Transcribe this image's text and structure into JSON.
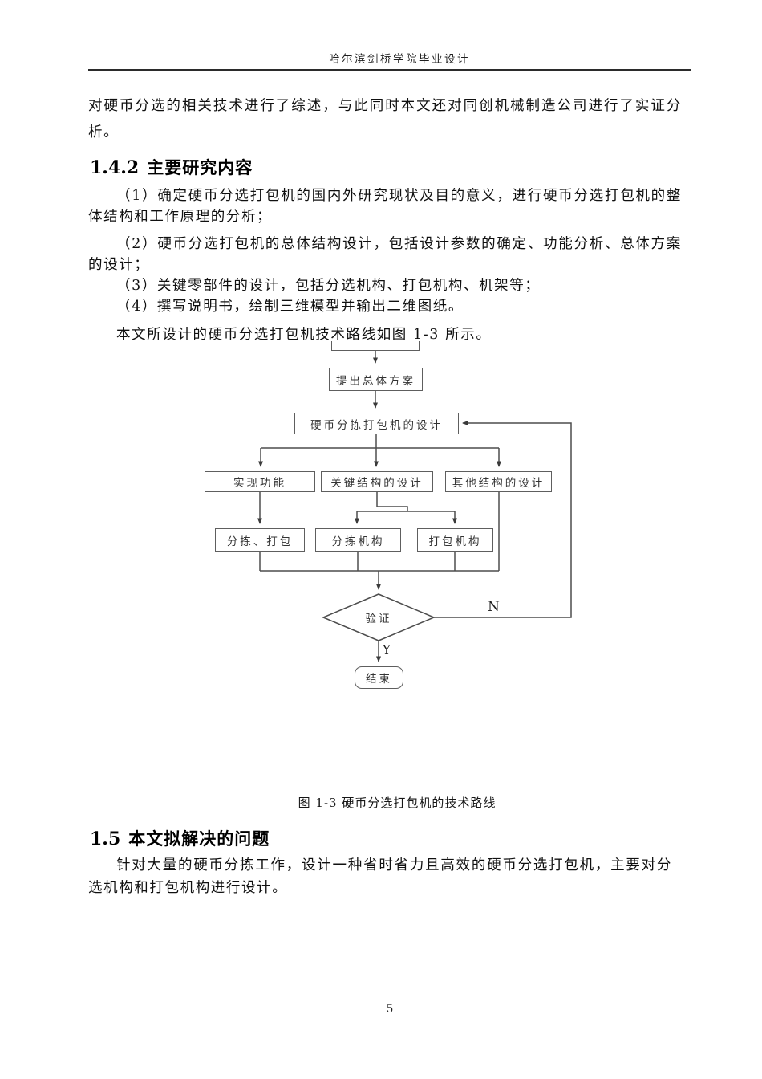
{
  "page": {
    "header_title": "哈尔滨剑桥学院毕业设计",
    "page_number": "5"
  },
  "content": {
    "intro_paragraph": "对硬币分选的相关技术进行了综述，与此同时本文还对同创机械制造公司进行了实证分析。",
    "section_1_4_2": {
      "number": "1.4.2",
      "title": "主要研究内容"
    },
    "research_items": [
      "（1）确定硬币分选打包机的国内外研究现状及目的意义，进行硬币分选打包机的整体结构和工作原理的分析；",
      "（2）硬币分选打包机的总体结构设计，包括设计参数的确定、功能分析、总体方案的设计；",
      "（3）关键零部件的设计，包括分选机构、打包机构、机架等；",
      "（4）撰写说明书，绘制三维模型并输出二维图纸。"
    ],
    "figure_intro": "本文所设计的硬币分选打包机技术路线如图 1-3 所示。",
    "figure_caption": "图 1-3 硬币分选打包机的技术路线",
    "section_1_5": {
      "number": "1.5",
      "title": "本文拟解决的问题"
    },
    "closing_paragraph": "针对大量的硬币分拣工作，设计一种省时省力且高效的硬币分选打包机，主要对分选机构和打包机构进行设计。"
  },
  "flowchart": {
    "nodes": {
      "propose": "提出总体方案",
      "design": "硬币分拣打包机的设计",
      "realize_function": "实现功能",
      "key_structure": "关键结构的设计",
      "other_structure": "其他结构的设计",
      "sort_pack": "分拣、打包",
      "sort_mechanism": "分拣机构",
      "pack_mechanism": "打包机构",
      "verify": "验证",
      "end": "结束"
    },
    "edge_labels": {
      "no": "N",
      "yes": "Y"
    },
    "line_color": "#4d4d4d"
  }
}
